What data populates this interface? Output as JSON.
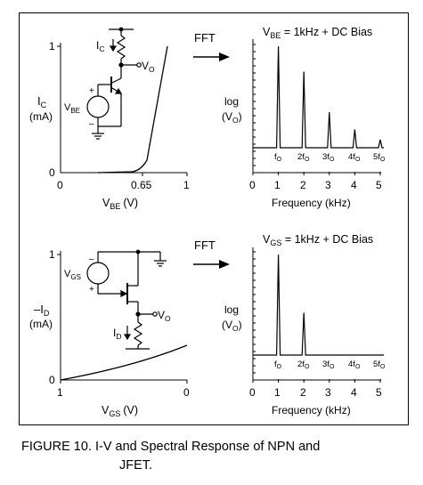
{
  "caption": {
    "line1": "FIGURE 10. I-V and Spectral Response of NPN and",
    "line2": "JFET."
  },
  "npn": {
    "iv": {
      "ylabel_main": "I",
      "ylabel_sub": "C",
      "ylabel_unit": "(mA)",
      "y_ticks": [
        "1",
        "0"
      ],
      "x_ticks": [
        "0",
        "0.65",
        "1"
      ],
      "xlabel_main": "V",
      "xlabel_sub": "BE",
      "xlabel_unit": "(V)"
    },
    "circuit": {
      "ic_main": "I",
      "ic_sub": "C",
      "vo_main": "V",
      "vo_sub": "O",
      "vbe_main": "V",
      "vbe_sub": "BE",
      "plus": "+",
      "minus": "–"
    },
    "fft_label": "FFT",
    "spectrum": {
      "title_main": "V",
      "title_sub": "BE",
      "title_rest": " = 1kHz + DC Bias",
      "ylabel_top": "log",
      "ylabel_main": "(V",
      "ylabel_sub": "O",
      "ylabel_close": ")",
      "harmonic_labels": [
        {
          "pre": "f",
          "sub": "O"
        },
        {
          "pre": "2f",
          "sub": "O"
        },
        {
          "pre": "3f",
          "sub": "O"
        },
        {
          "pre": "4f",
          "sub": "O"
        },
        {
          "pre": "5f",
          "sub": "O"
        }
      ],
      "x_ticks": [
        "0",
        "1",
        "2",
        "3",
        "4",
        "5"
      ],
      "xlabel": "Frequency (kHz)"
    }
  },
  "jfet": {
    "iv": {
      "ylabel_main": "–I",
      "ylabel_sub": "D",
      "ylabel_unit": "(mA)",
      "y_ticks": [
        "1",
        "0"
      ],
      "x_ticks": [
        "1",
        "0"
      ],
      "xlabel_main": "V",
      "xlabel_sub": "GS",
      "xlabel_unit": "(V)"
    },
    "circuit": {
      "id_main": "I",
      "id_sub": "D",
      "vo_main": "V",
      "vo_sub": "O",
      "vgs_main": "V",
      "vgs_sub": "GS",
      "plus": "+",
      "minus": "–"
    },
    "fft_label": "FFT",
    "spectrum": {
      "title_main": "V",
      "title_sub": "GS",
      "title_rest": " = 1kHz + DC Bias",
      "ylabel_top": "log",
      "ylabel_main": "(V",
      "ylabel_sub": "O",
      "ylabel_close": ")",
      "harmonic_labels": [
        {
          "pre": "f",
          "sub": "O"
        },
        {
          "pre": "2f",
          "sub": "O"
        },
        {
          "pre": "3f",
          "sub": "O"
        },
        {
          "pre": "4f",
          "sub": "O"
        },
        {
          "pre": "5f",
          "sub": "O"
        }
      ],
      "x_ticks": [
        "0",
        "1",
        "2",
        "3",
        "4",
        "5"
      ],
      "xlabel": "Frequency (kHz)"
    }
  },
  "spectra_levels": {
    "npn_harmonics": [
      1.0,
      0.75,
      0.35,
      0.18,
      0.08
    ],
    "jfet_harmonics": [
      1.0,
      0.42
    ]
  }
}
